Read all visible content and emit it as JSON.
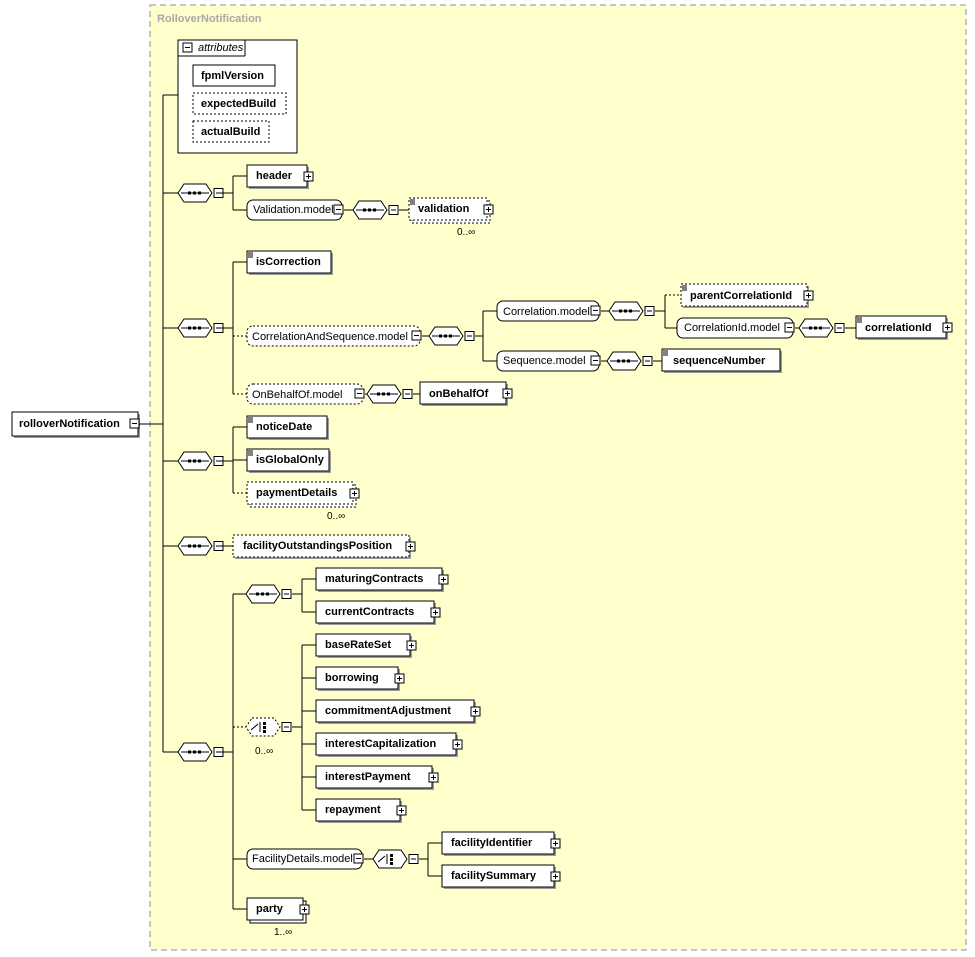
{
  "diagram": {
    "group_title": "RolloverNotification",
    "root": "rolloverNotification",
    "attributes": {
      "title": "attributes",
      "items": [
        "fpmlVersion",
        "expectedBuild",
        "actualBuild"
      ]
    },
    "labels": {
      "header": "header",
      "validation_model": "Validation.model",
      "validation": "validation",
      "is_correction": "isCorrection",
      "correlation_and_sequence_model": "CorrelationAndSequence.model",
      "correlation_model": "Correlation.model",
      "parent_correlation_id": "parentCorrelationId",
      "correlation_id_model": "CorrelationId.model",
      "correlation_id": "correlationId",
      "sequence_model": "Sequence.model",
      "sequence_number": "sequenceNumber",
      "on_behalf_of_model": "OnBehalfOf.model",
      "on_behalf_of": "onBehalfOf",
      "notice_date": "noticeDate",
      "is_global_only": "isGlobalOnly",
      "payment_details": "paymentDetails",
      "facility_outstandings_position": "facilityOutstandingsPosition",
      "maturing_contracts": "maturingContracts",
      "current_contracts": "currentContracts",
      "base_rate_set": "baseRateSet",
      "borrowing": "borrowing",
      "commitment_adjustment": "commitmentAdjustment",
      "interest_capitalization": "interestCapitalization",
      "interest_payment": "interestPayment",
      "repayment": "repayment",
      "facility_details_model": "FacilityDetails.model",
      "facility_identifier": "facilityIdentifier",
      "facility_summary": "facilitySummary",
      "party": "party"
    },
    "cardinalities": {
      "validation": "0..∞",
      "payment_details": "0..∞",
      "choice": "0..∞",
      "party": "1..∞"
    },
    "colors": {
      "group_fill": "#ffffcc",
      "group_border": "#8f8f8f",
      "box_fill": "#ffffff",
      "line": "#000000"
    }
  }
}
